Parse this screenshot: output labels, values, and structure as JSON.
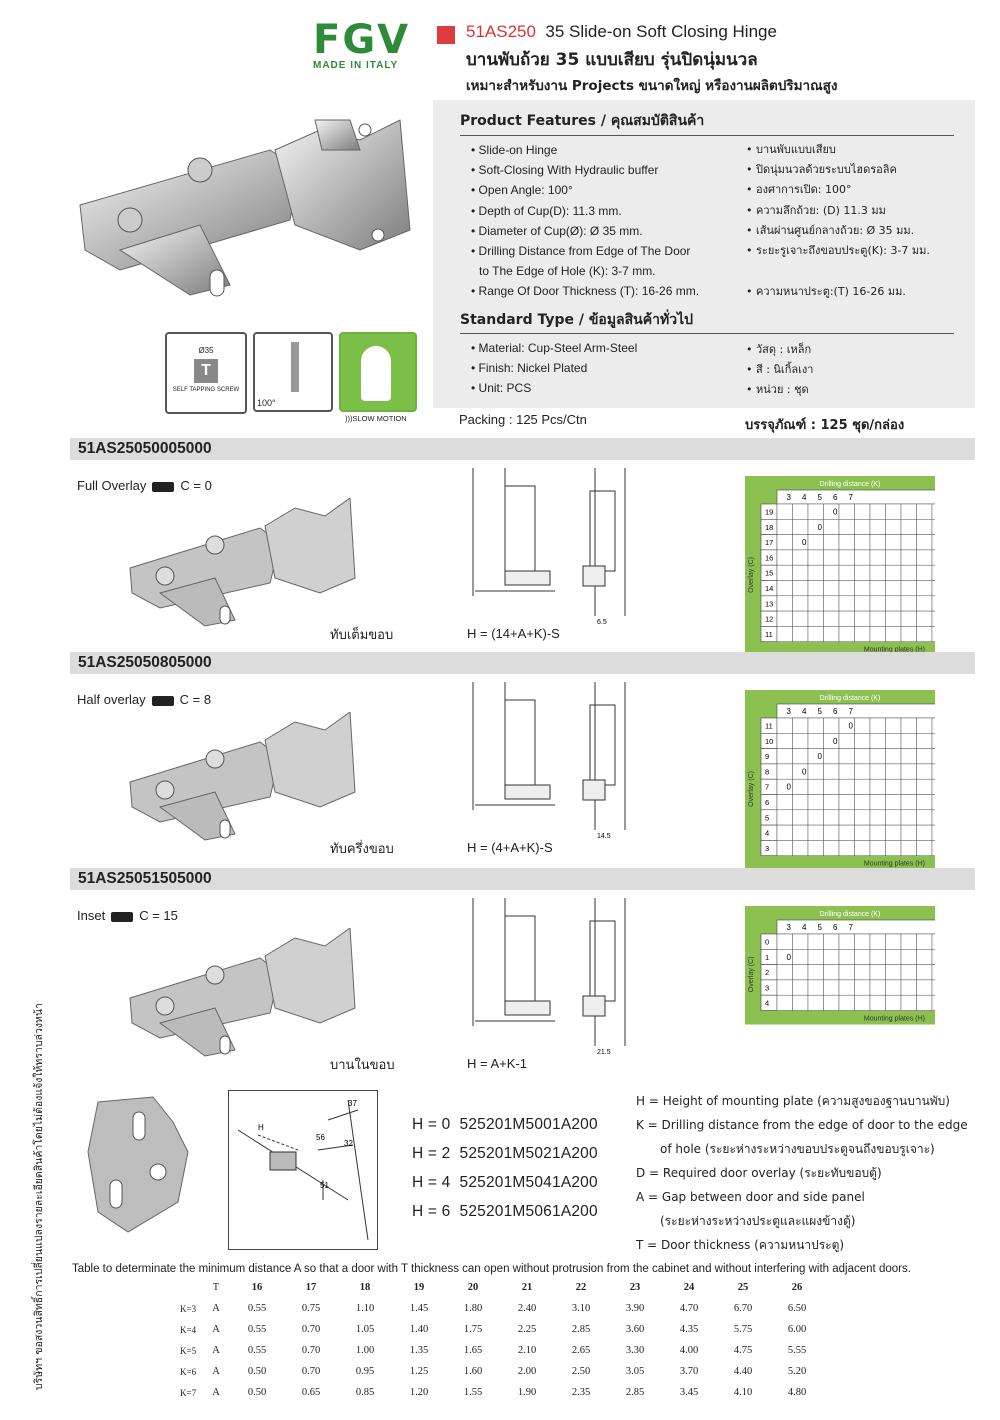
{
  "header": {
    "logo_text": "FGV",
    "logo_sub": "MADE IN ITALY",
    "code": "51AS250",
    "title_en": "35 Slide-on Soft Closing Hinge",
    "title_th": "บานพับถ้วย 35 แบบเสียบ รุ่นปิดนุ่มนวล",
    "subtitle_th": "เหมาะสำหรับงาน Projects ขนาดใหญ่ หรืองานผลิตปริมาณสูง"
  },
  "features": {
    "heading": "Product Features / คุณสมบัติสินค้า",
    "en": [
      "Slide-on Hinge",
      "Soft-Closing With Hydraulic buffer",
      "Open Angle:  100°",
      "Depth of Cup(D):  11.3 mm.",
      "Diameter of Cup(Ø): Ø 35 mm.",
      "Drilling Distance from Edge of The Door",
      "Range Of Door Thickness (T):  16-26 mm."
    ],
    "en_cont": "to The Edge of Hole (K): 3-7 mm.",
    "th": [
      "บานพับแบบเสียบ",
      "ปิดนุ่มนวลด้วยระบบไฮดรอลิค",
      "องศาการเปิด:  100°",
      "ความลึกถ้วย: (D) 11.3 มม",
      "เส้นผ่านศูนย์กลางถ้วย: Ø 35 มม.",
      "ระยะรูเจาะถึงขอบประตู(K): 3-7 มม."
    ],
    "th_last": "ความหนาประตู:(T)   16-26 มม."
  },
  "standard": {
    "heading": "Standard Type / ข้อมูลสินค้าทั่วไป",
    "en": [
      "Material: Cup-Steel Arm-Steel",
      "Finish:  Nickel Plated",
      "Unit:  PCS"
    ],
    "th": [
      "วัสดุ : เหล็ก",
      "สี : นิเกิ้ลเงา",
      "หน่วย : ชุด"
    ],
    "packing_en": "Packing : 125 Pcs/Ctn",
    "packing_th": "บรรจุภัณฑ์ : 125 ชุด/กล่อง"
  },
  "icons": {
    "icon1_top": "Ø35",
    "icon1_label": "SELF TAPPING SCREW",
    "icon2_label": "100°",
    "icon3_label": ")))SLOW MOTION"
  },
  "variants": [
    {
      "code": "51AS25050005000",
      "overlay": "Full Overlay",
      "c_value": "C = 0",
      "thai_label": "ทับเต็มขอบ",
      "formula": "H = (14+A+K)-S",
      "dim_label": "6.5",
      "chart_title": "Drilling distance (K)",
      "chart_ylabel": "Overlay (C)",
      "chart_xlabel": "Mounting plates (H)",
      "k_values": [
        "3",
        "4",
        "5",
        "6",
        "7"
      ],
      "rows": [
        "19",
        "18",
        "17",
        "16",
        "15",
        "14",
        "13",
        "12",
        "11"
      ],
      "points": [
        {
          "row": "19",
          "k": "6"
        },
        {
          "row": "18",
          "k": "5"
        },
        {
          "row": "17",
          "k": "4"
        }
      ]
    },
    {
      "code": "51AS25050805000",
      "overlay": "Half overlay",
      "c_value": "C = 8",
      "thai_label": "ทับครึ่งขอบ",
      "formula": "H = (4+A+K)-S",
      "dim_label": "14.5",
      "chart_title": "Drilling distance (K)",
      "chart_ylabel": "Overlay (C)",
      "chart_xlabel": "Mounting plates (H)",
      "k_values": [
        "3",
        "4",
        "5",
        "6",
        "7"
      ],
      "rows": [
        "11",
        "10",
        "9",
        "8",
        "7",
        "6",
        "5",
        "4",
        "3"
      ],
      "points": [
        {
          "row": "11",
          "k": "7"
        },
        {
          "row": "10",
          "k": "6"
        },
        {
          "row": "9",
          "k": "5"
        },
        {
          "row": "8",
          "k": "4"
        },
        {
          "row": "7",
          "k": "3"
        }
      ]
    },
    {
      "code": "51AS25051505000",
      "overlay": "Inset",
      "c_value": "C = 15",
      "thai_label": "บานในขอบ",
      "formula": "H = A+K-1",
      "dim_label": "21.5",
      "chart_title": "Drilling distance (K)",
      "chart_ylabel": "Overlay (C)",
      "chart_xlabel": "Mounting plates (H)",
      "k_values": [
        "3",
        "4",
        "5",
        "6",
        "7"
      ],
      "rows": [
        "0",
        "1",
        "2",
        "3",
        "4"
      ],
      "points": [
        {
          "row": "1",
          "k": "3"
        }
      ]
    }
  ],
  "mounting": {
    "diagram_labels": [
      "37",
      "56",
      "32",
      "51",
      "H"
    ],
    "parts": [
      {
        "h": "H = 0",
        "part": "525201M5001A200"
      },
      {
        "h": "H = 2",
        "part": "525201M5021A200"
      },
      {
        "h": "H = 4",
        "part": "525201M5041A200"
      },
      {
        "h": "H = 6",
        "part": "525201M5061A200"
      }
    ]
  },
  "legend": [
    "H = Height of mounting plate (ความสูงของฐานบานพับ)",
    "K = Drilling distance from the edge of door to the edge",
    "of hole (ระยะห่างระหว่างขอบประตูจนถึงขอบรูเจาะ)",
    "D = Required door overlay (ระยะทับขอบตู้)",
    "A = Gap between door and side panel",
    "(ระยะห่างระหว่างประตูและแผงข้างตู้)",
    "T = Door thickness (ความหนาประตู)"
  ],
  "side_note": "บริษัทฯ ขอสงวนสิทธิ์การเปลี่ยนแปลงรายละเอียดสินค้าโดยไม่ต้องแจ้งให้ทราบล่วงหน้า",
  "min_table": {
    "caption": "Table to determinate the minimum distance A so that a door with T thickness can open without protrusion from the cabinet and without interfering with adjacent doors.",
    "t_label": "T",
    "a_label": "A",
    "t_values": [
      "16",
      "17",
      "18",
      "19",
      "20",
      "21",
      "22",
      "23",
      "24",
      "25",
      "26"
    ],
    "rows": [
      {
        "k": "K=3",
        "values": [
          "0.55",
          "0.75",
          "1.10",
          "1.45",
          "1.80",
          "2.40",
          "3.10",
          "3.90",
          "4.70",
          "6.70",
          "6.50"
        ]
      },
      {
        "k": "K=4",
        "values": [
          "0.55",
          "0.70",
          "1.05",
          "1.40",
          "1.75",
          "2.25",
          "2.85",
          "3.60",
          "4.35",
          "5.75",
          "6.00"
        ]
      },
      {
        "k": "K=5",
        "values": [
          "0.55",
          "0.70",
          "1.00",
          "1.35",
          "1.65",
          "2.10",
          "2.65",
          "3.30",
          "4.00",
          "4.75",
          "5.55"
        ]
      },
      {
        "k": "K=6",
        "values": [
          "0.50",
          "0.70",
          "0.95",
          "1.25",
          "1.60",
          "2.00",
          "2.50",
          "3.05",
          "3.70",
          "4.40",
          "5.20"
        ]
      },
      {
        "k": "K=7",
        "values": [
          "0.50",
          "0.65",
          "0.85",
          "1.20",
          "1.55",
          "1.90",
          "2.35",
          "2.85",
          "3.45",
          "4.10",
          "4.80"
        ]
      }
    ]
  },
  "colors": {
    "brand_green": "#2f8a3a",
    "chart_green": "#8cc152",
    "accent_red": "#e0393e",
    "bar_gray": "#dcdcdc"
  }
}
